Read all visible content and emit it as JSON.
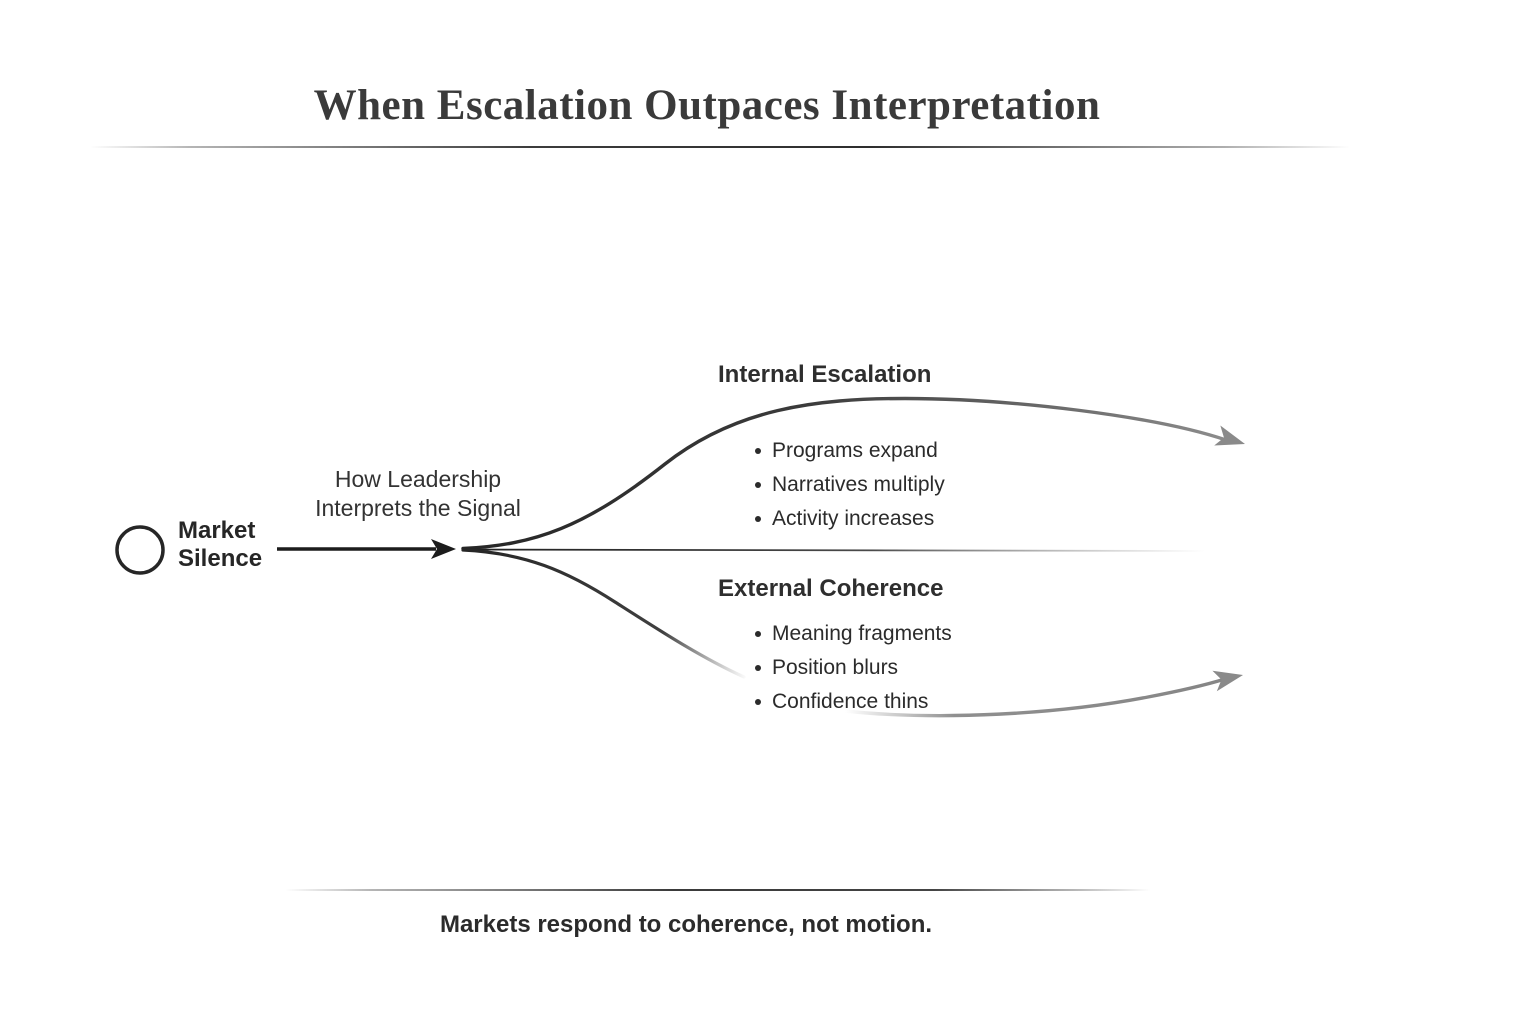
{
  "title": "When Escalation Outpaces Interpretation",
  "node": {
    "line1": "Market",
    "line2": "Silence"
  },
  "signal_label": {
    "line1": "How Leadership",
    "line2": "Interprets the Signal"
  },
  "branches": {
    "internal": {
      "heading": "Internal Escalation",
      "bullets": [
        "Programs expand",
        "Narratives multiply",
        "Activity increases"
      ]
    },
    "external": {
      "heading": "External Coherence",
      "bullets": [
        "Meaning fragments",
        "Position blurs",
        "Confidence thins"
      ]
    }
  },
  "caption": "Markets respond to coherence, not motion.",
  "colors": {
    "ink": "#262626",
    "muted_gray": "#8a8a8a"
  }
}
